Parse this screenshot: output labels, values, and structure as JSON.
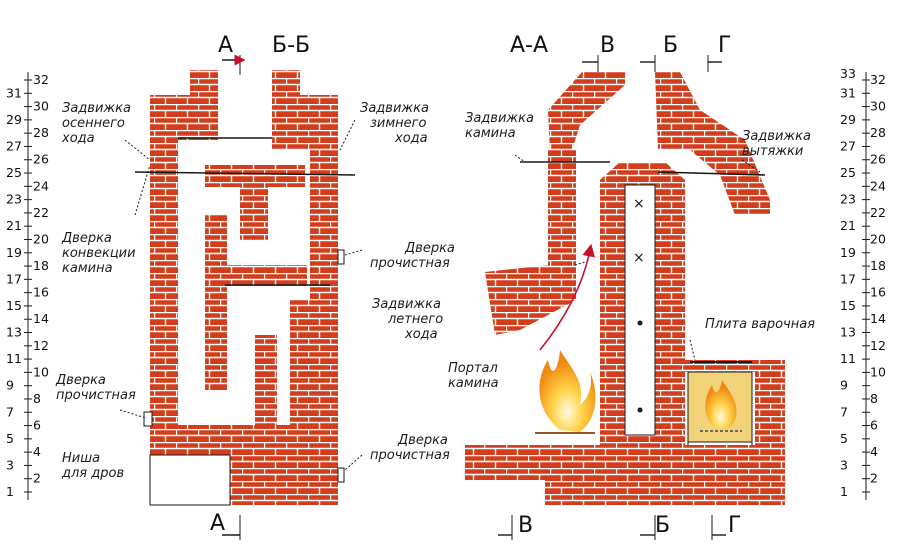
{
  "sections": {
    "a_top": "А",
    "a_bottom": "А",
    "bb": "Б-Б",
    "aa": "А-А",
    "v_top": "В",
    "b_top": "Б",
    "g_top": "Г",
    "v_bottom": "В",
    "b_bottom": "Б",
    "g_bottom": "Г"
  },
  "labels_left": {
    "autumn_valve": [
      "Задвижка",
      "осеннего",
      "хода"
    ],
    "convection_door": [
      "Дверка",
      "конвекции",
      "камина"
    ],
    "cleaning_door": [
      "Дверка",
      "прочистная"
    ],
    "wood_niche": [
      "Ниша",
      "для дров"
    ]
  },
  "labels_center": {
    "winter_valve": [
      "Задвижка",
      "зимнего",
      "хода"
    ],
    "cleaning_door_mid": [
      "Дверка",
      "прочистная"
    ],
    "summer_valve": [
      "Задвижка",
      "летнего",
      "хода"
    ],
    "fireplace_portal": [
      "Портал",
      "камина"
    ],
    "cleaning_door_bottom": [
      "Дверка",
      "прочистная"
    ]
  },
  "labels_right": {
    "fireplace_valve": [
      "Задвижка",
      "камина"
    ],
    "exhaust_valve": [
      "Задвижка",
      "вытяжки"
    ],
    "cooking_plate": [
      "Плита варочная"
    ]
  },
  "rows_left": {
    "odd": [
      "31",
      "29",
      "27",
      "25",
      "23",
      "21",
      "19",
      "17",
      "15",
      "13",
      "11",
      "9",
      "7",
      "5",
      "3",
      "1"
    ],
    "even": [
      "32",
      "30",
      "28",
      "26",
      "24",
      "22",
      "20",
      "18",
      "16",
      "14",
      "12",
      "10",
      "8",
      "6",
      "4",
      "2"
    ]
  },
  "rows_right": {
    "top": "33",
    "odd": [
      "31",
      "29",
      "27",
      "25",
      "23",
      "21",
      "19",
      "17",
      "15",
      "13",
      "11",
      "9",
      "7",
      "5",
      "3",
      "1"
    ],
    "even": [
      "32",
      "30",
      "28",
      "26",
      "24",
      "22",
      "20",
      "18",
      "16",
      "14",
      "12",
      "10",
      "8",
      "6",
      "4",
      "2"
    ]
  },
  "colors": {
    "brick": "#d23e1c",
    "brick_dark": "#a82a10",
    "mortar": "#ffffff",
    "line": "#1a1a1a",
    "flame_outer": "#f6a21a",
    "flame_inner": "#fff3a0",
    "hob": "#f2d37a"
  }
}
